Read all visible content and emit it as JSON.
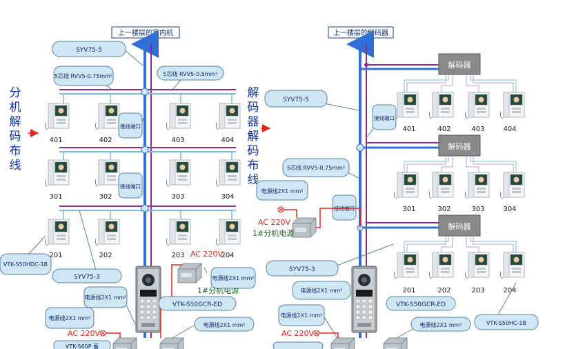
{
  "left": {
    "top_label": "上一楼层的室内机",
    "side_text": [
      "分",
      "机",
      "解",
      "码",
      "布",
      "线"
    ],
    "callout_syv_top": "SYV75-5",
    "callout_rvv_a": "5芯线 RVV5-0.75mm²",
    "callout_rvv_b": "5芯线 RVV5-0.5mm²",
    "callout_junction_1": "接线端口",
    "callout_junction_2": "接线端口",
    "units": [
      "401",
      "402",
      "403",
      "404",
      "301",
      "302",
      "303",
      "304",
      "201",
      "202",
      "203",
      "204"
    ],
    "callout_indoor_model": "VTK-S50HDC-1B",
    "callout_syv_bottom": "SYV75-3",
    "power_label": "AC 220V",
    "power_supply_label": "1#分机电源",
    "callout_power_cable_1": "电源线2X1 mm²",
    "callout_power_cable_2": "电源线2X1 mm²",
    "callout_power_cable_3": "电源线2X1 mm²",
    "callout_power_cable_4": "电源线2X1 mm²",
    "callout_door_station": "VTK-S50GCR-ED",
    "power_label_2": "AC 220V",
    "callout_bottom_partial": "VTK-S60P 蓄"
  },
  "right": {
    "top_label": "上一楼层的解码器",
    "side_text": [
      "解",
      "码",
      "器",
      "解",
      "码",
      "布",
      "线"
    ],
    "decoder_labels": [
      "解码器",
      "解码器",
      "解码器"
    ],
    "callout_syv_top": "SYV75-5",
    "callout_junction": "接线端口",
    "callout_junction_2": "接线端口",
    "callout_rvv": "5芯线 RVV5-0.75mm²",
    "callout_power_cable_top": "电源线2X1 mm²",
    "power_label": "AC 220V",
    "power_supply_label": "1#分机电源",
    "units": [
      "401",
      "402",
      "403",
      "404",
      "301",
      "302",
      "303",
      "304",
      "201",
      "202",
      "203",
      "204"
    ],
    "callout_syv_bottom": "SYV75-3",
    "callout_power_cable_1": "电源线2X1 mm²",
    "callout_power_cable_2": "电源线2X1 mm²",
    "callout_power_cable_3": "电源线2X1 mm²",
    "callout_door_station": "VTK-S50GCR-ED",
    "callout_indoor_model": "VTK-S50HC-1B",
    "power_label_2": "AC 220V"
  },
  "colors": {
    "main_riser": "#2f6fd6",
    "signal_pair": "#8b2c8f",
    "cable_light": "#7fb6e8",
    "power": "#e8251b",
    "callout_fill": "#cfe6f5",
    "callout_stroke": "#5a7f9c"
  }
}
